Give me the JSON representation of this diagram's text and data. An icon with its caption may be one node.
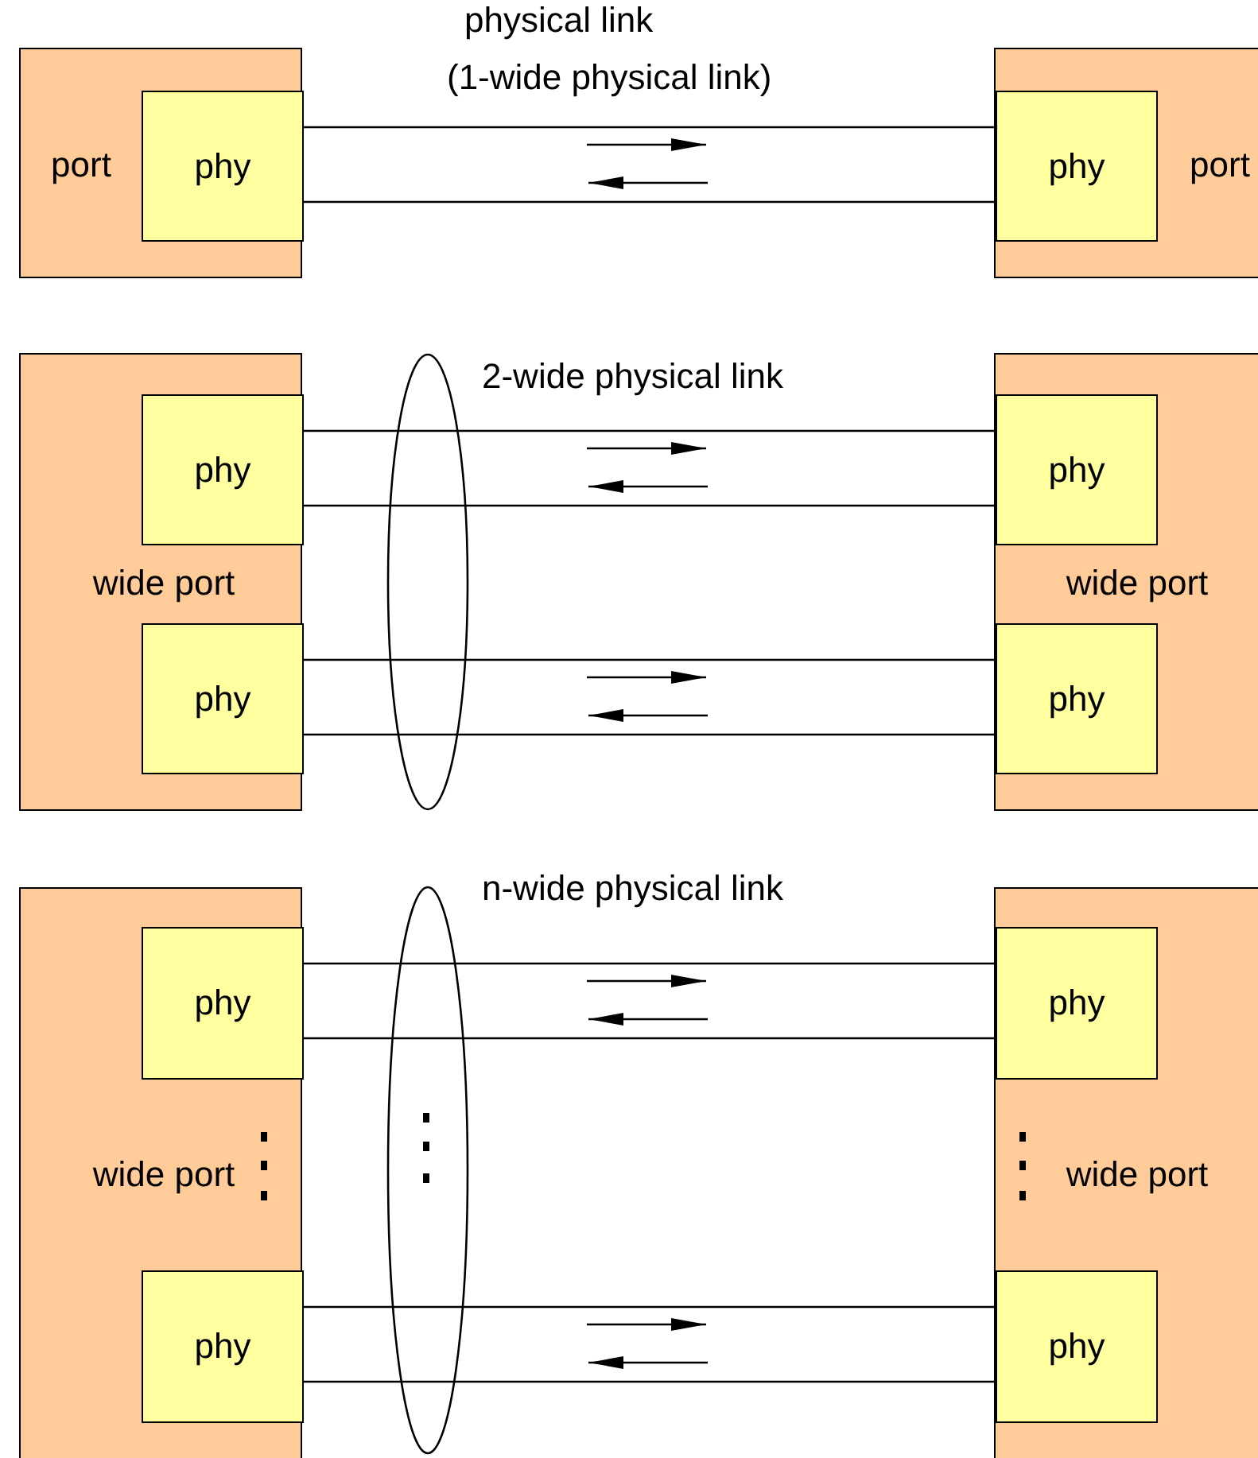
{
  "diagram": {
    "nodes": [
      {
        "text": [
          "port"
        ]
      },
      {
        "text": [
          "phy"
        ],
        "in": 0
      },
      {
        "text": [
          "port"
        ]
      },
      {
        "text": [
          "phy"
        ],
        "in": 2
      },
      {
        "text": [
          "wide port"
        ]
      },
      {
        "text": [
          "phy"
        ],
        "in": 4
      },
      {
        "text": [
          "phy"
        ],
        "in": 4
      },
      {
        "text": [
          "wide port"
        ]
      },
      {
        "text": [
          "phy"
        ],
        "in": 7
      },
      {
        "text": [
          "phy"
        ],
        "in": 7
      },
      {
        "text": [
          "wide port"
        ]
      },
      {
        "text": [
          "phy"
        ],
        "in": 10
      },
      {
        "text": [
          "phy"
        ],
        "in": 10
      },
      {
        "text": [
          "wide port"
        ]
      },
      {
        "text": [
          "phy"
        ],
        "in": 13
      },
      {
        "text": [
          "phy"
        ],
        "in": 13
      }
    ],
    "edges": [
      {
        "from": 1,
        "to": 3,
        "arrow": "none"
      },
      {
        "from": 1,
        "to": 3,
        "arrow": "none"
      },
      {
        "from": 5,
        "to": 8,
        "arrow": "none"
      },
      {
        "from": 5,
        "to": 8,
        "arrow": "none"
      },
      {
        "from": 6,
        "to": 9,
        "arrow": "none"
      },
      {
        "from": 6,
        "to": 9,
        "arrow": "none"
      },
      {
        "from": 11,
        "to": 14,
        "arrow": "none"
      },
      {
        "from": 11,
        "to": 14,
        "arrow": "none"
      },
      {
        "from": 12,
        "to": 15,
        "arrow": "none"
      },
      {
        "from": 12,
        "to": 15,
        "arrow": "none"
      }
    ],
    "labels": [
      "physical link",
      "(1-wide physical link)",
      "2-wide physical link",
      "n-wide physical link"
    ]
  }
}
